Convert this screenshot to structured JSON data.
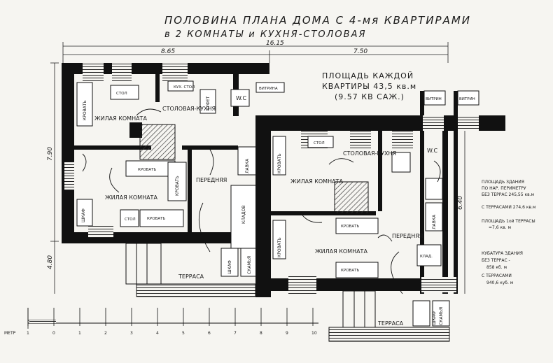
{
  "title": {
    "line1": "ПОЛОВИНА ПЛАНА ДОМА С 4-мя КВАРТИРАМИ",
    "line2": "в 2 КОМНАТЫ и КУХНЯ-СТОЛОВАЯ"
  },
  "dimensions": {
    "overall": "16.15",
    "left": "8.65",
    "right": "7.50",
    "left_height": "7.90",
    "left_lower": "4.80",
    "right_height": "6.40"
  },
  "area_box": {
    "line1": "ПЛОЩАДЬ КАЖДОЙ",
    "line2": "КВАРТИРЫ 43,5 кв.м",
    "line3": "(9.57 КВ САЖ.)"
  },
  "notes": {
    "building_area_l1": "ПЛОЩАДЬ ЗДАНИЯ",
    "building_area_l2": "ПО НАР. ПЕРИМЕТРУ",
    "building_area_l3": "БЕЗ ТЕРРАС 245,55 кв.м",
    "building_area_l4": "С ТЕРРАСАМИ 274,6 кв.м",
    "terrace_area_l1": "ПЛОЩАДЬ 1ой ТЕРРАСЫ",
    "terrace_area_l2": "=7,6 кв. м",
    "volume_l1": "КУБАТУРА ЗДАНИЯ",
    "volume_l2": "БЕЗ ТЕРРАС -",
    "volume_l3": "858 кб. м",
    "volume_l4": "С ТЕРРАСАМИ",
    "volume_l5": "940,6 куб. м"
  },
  "left_unit": {
    "living1": "ЖИЛАЯ КОМНАТА",
    "living2": "ЖИЛАЯ КОМНАТА",
    "kitchen": "СТОЛОВАЯ-КУХНЯ",
    "hall": "ПЕРЕДНЯЯ",
    "terrace": "ТЕРРАСА",
    "wc": "W.C",
    "bed_a": "КРОВАТЬ",
    "bed_b": "КРОВАТЬ",
    "bed_c": "КРОВАТЬ",
    "bed_d": "КРОВАТЬ",
    "table_a": "СТОЛ",
    "table_b": "СТОЛ",
    "shkaf_a": "ШКАФ",
    "shkaf_b": "ШКАФ",
    "kladov": "КЛАДОВ",
    "kitchen_table": "КУХ. СТОЛ",
    "bench": "СКАМЬЯ",
    "buffet": "БУФЕТ",
    "lavka": "ЛАВКА",
    "vitrina": "ВИТРИНА"
  },
  "right_unit": {
    "living1": "ЖИЛАЯ КОМНАТА",
    "living2": "ЖИЛАЯ КОМНАТА",
    "kitchen": "СТОЛОВАЯ-КУХНЯ",
    "hall": "ПЕРЕДНЯЯ",
    "terrace": "ТЕРРАСА",
    "wc": "W.C",
    "bed_a": "КРОВАТЬ",
    "bed_b": "КРОВАТЬ",
    "bed_c": "КРОВАТЬ",
    "bed_d": "КРОВАТЬ",
    "table": "СТОЛ",
    "shkaf": "ШКАФ",
    "kladov": "КЛАД.",
    "bench": "СКАМЬЯ",
    "lavka": "ЛАВКА",
    "vitrina_a": "ВИТРИН",
    "vitrina_b": "ВИТРИН"
  },
  "scale": {
    "label": "МЕТР",
    "ticks": [
      "1",
      "0",
      "1",
      "2",
      "3",
      "4",
      "5",
      "6",
      "7",
      "8",
      "9",
      "10"
    ]
  }
}
